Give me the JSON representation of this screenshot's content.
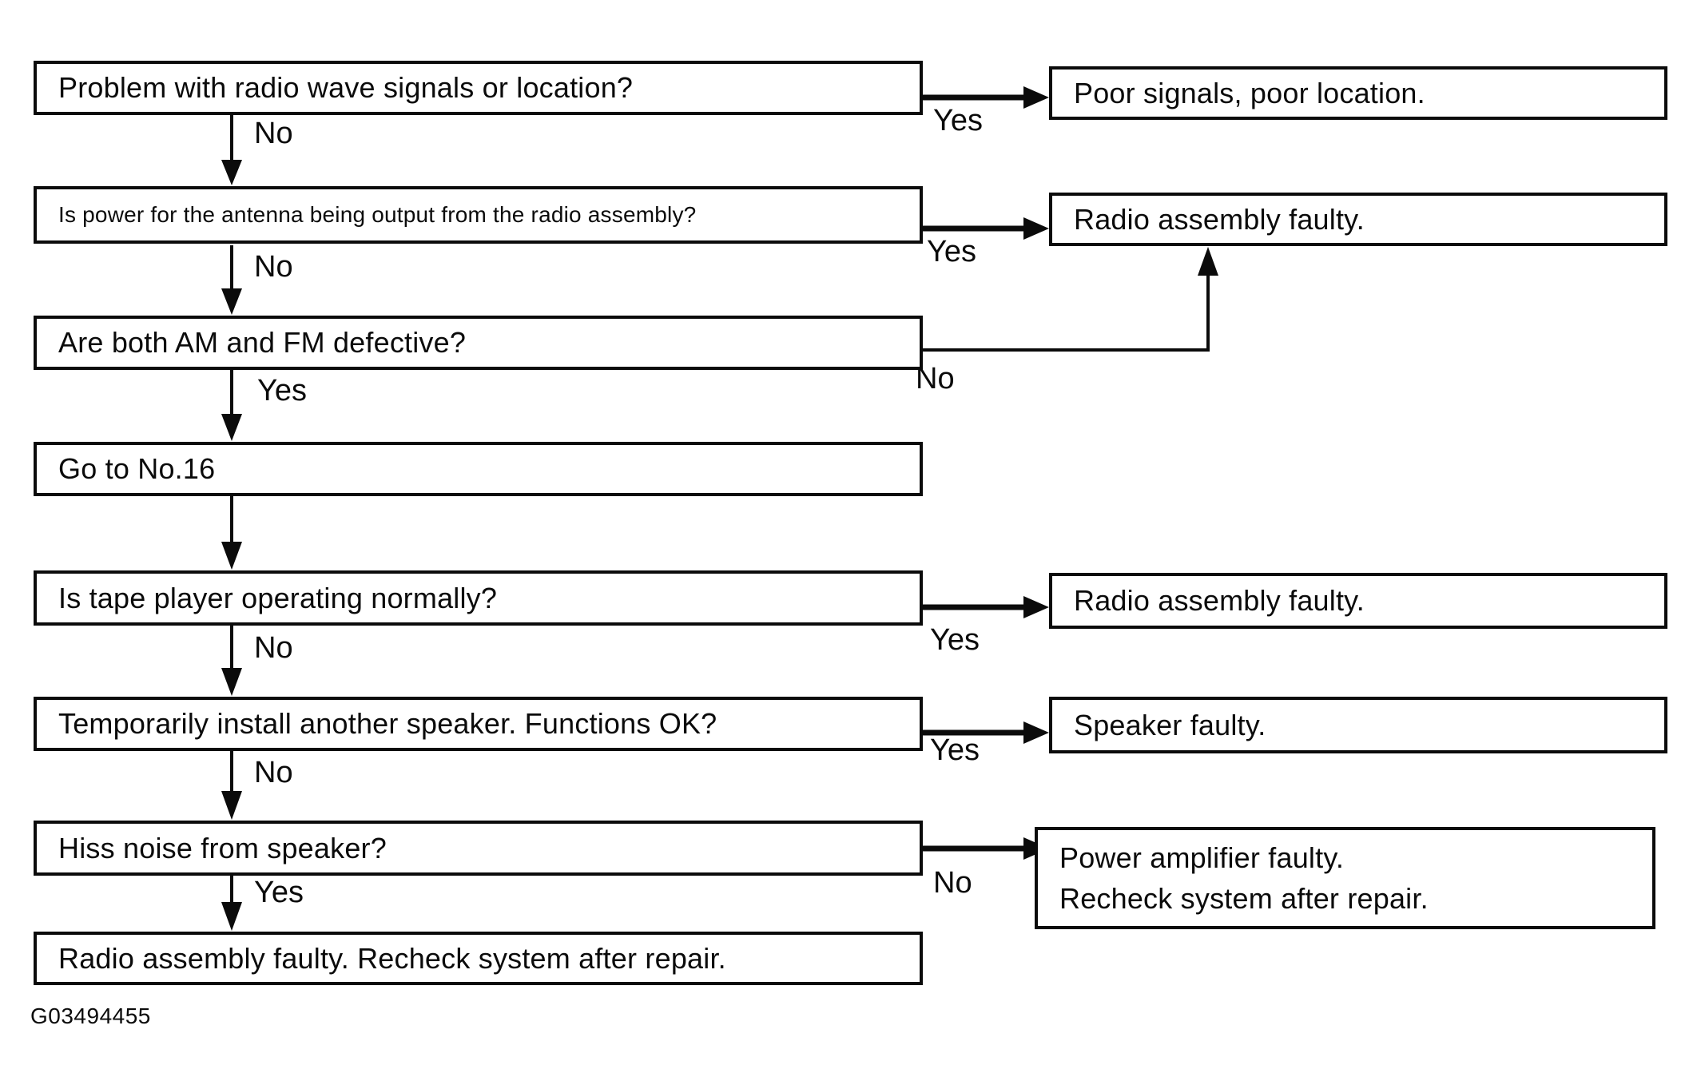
{
  "page": {
    "background": "#ffffff",
    "ink": "#0b0b0b",
    "caption": "G03494455"
  },
  "flowchart": {
    "nodes": {
      "q_signals": {
        "text": "Problem with radio wave signals or location?"
      },
      "q_antenna_power": {
        "text": "Is power for the antenna being output from the radio assembly?"
      },
      "q_am_fm": {
        "text": "Are both AM and FM defective?"
      },
      "goto_16": {
        "text": "Go to No.16"
      },
      "q_tape": {
        "text": "Is tape player operating normally?"
      },
      "q_speaker_swap": {
        "text": "Temporarily install another speaker. Functions OK?"
      },
      "q_hiss": {
        "text": "Hiss noise from speaker?"
      },
      "end_radio_recheck": {
        "text": "Radio assembly faulty. Recheck system after repair."
      },
      "r_poor_signals": {
        "text": "Poor signals, poor location."
      },
      "r_radio_faulty_1": {
        "text": "Radio assembly faulty."
      },
      "r_radio_faulty_2": {
        "text": "Radio assembly faulty."
      },
      "r_speaker_faulty": {
        "text": "Speaker faulty."
      },
      "r_power_amp": {
        "line1": "Power amplifier faulty.",
        "line2": "Recheck system after repair."
      }
    },
    "labels": {
      "row1_no": "No",
      "row1_yes": "Yes",
      "row2_no": "No",
      "row2_yes": "Yes",
      "row3_no": "No",
      "row3_yes": "Yes",
      "row5_no": "No",
      "row5_yes": "Yes",
      "row6_no": "No",
      "row6_yes": "Yes",
      "row7_yes": "Yes",
      "row7_no": "No"
    }
  }
}
